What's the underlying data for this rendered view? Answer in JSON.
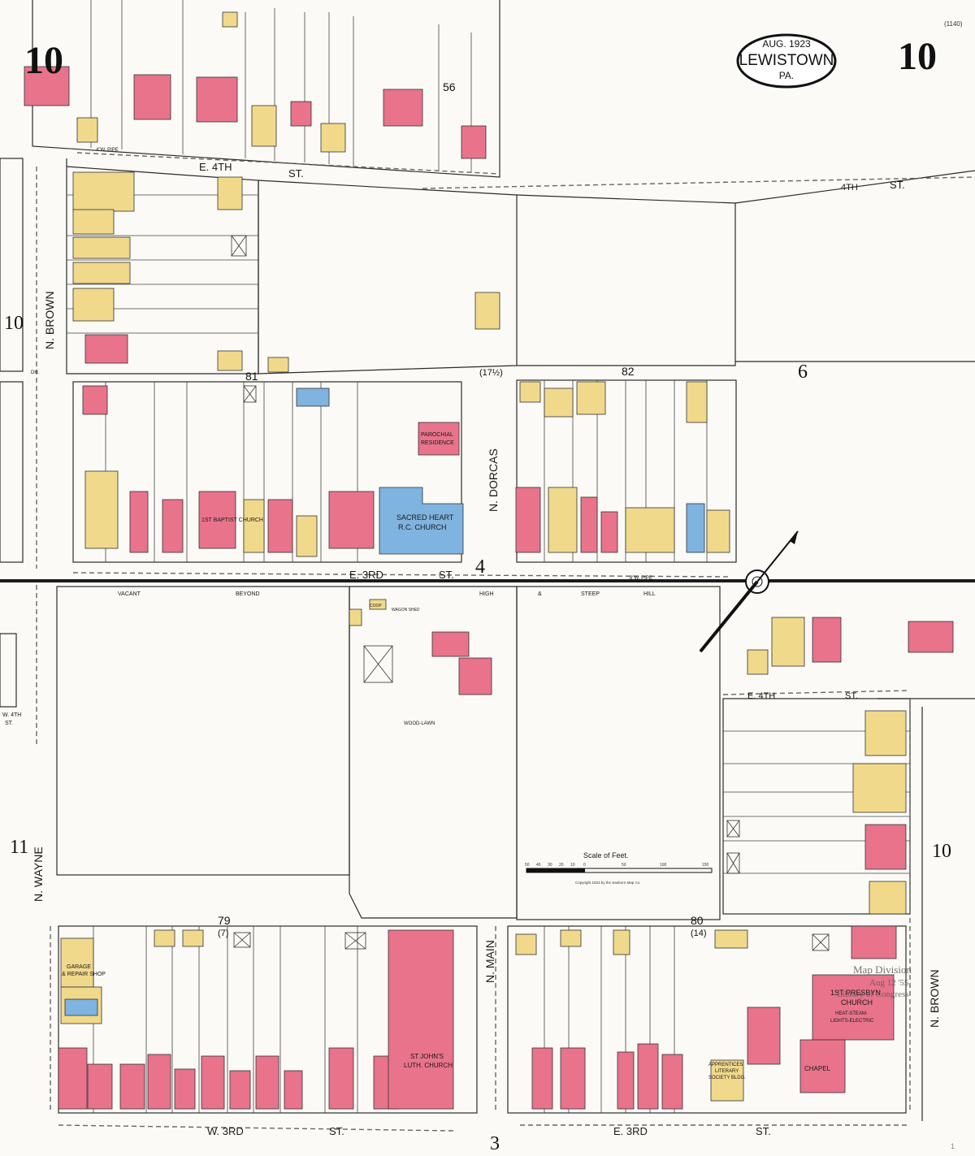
{
  "sheet": {
    "number": "10",
    "corner_tag": "(1140)",
    "title_box": {
      "date": "AUG. 1923",
      "city": "LEWISTOWN",
      "state": "PA."
    },
    "stamp": {
      "line1": "Map Division",
      "line2": "Aug 12 '55",
      "line3": "Library of Congress"
    },
    "page_marker": "1"
  },
  "streets": {
    "e4th_top": "E. 4TH",
    "st": "ST.",
    "fourth_right": "4TH",
    "fourth_right_st": "ST.",
    "e3rd": "E. 3RD",
    "e3rd_st": "ST.",
    "w3rd": "W. 3RD",
    "w3rd_st": "ST.",
    "e3rd_bottom": "E. 3RD",
    "e3rd_bottom_st": "ST.",
    "e4th_right": "E. 4TH",
    "e4th_right_st": "ST.",
    "n_brown_left": "N. BROWN",
    "n_brown_right": "N. BROWN",
    "n_dorcas": "N. DORCAS",
    "n_wayne": "N. WAYNE",
    "n_main": "N. MAIN",
    "w4th_small": "W. 4TH",
    "w4th_small_st": "ST."
  },
  "blocks": {
    "b56": "56",
    "b81": "81",
    "b82": "82",
    "b79": "79",
    "b79_sub": "(7)",
    "b80": "80",
    "b80_sub": "(14)",
    "b17": "(17½)"
  },
  "adjacent_sheets": {
    "left_top": "10",
    "right_top": "6",
    "center": "4",
    "left_bottom": "11",
    "right_bottom": "10",
    "bottom": "3"
  },
  "labels": {
    "baptist": "1ST BAPTIST CHURCH",
    "sacred_heart_1": "SACRED HEART",
    "sacred_heart_2": "R.C. CHURCH",
    "parochial_1": "PAROCHIAL",
    "parochial_2": "RESIDENCE",
    "st_johns_1": "ST JOHN'S",
    "st_johns_2": "LUTH. CHURCH",
    "presby_1": "1ST PRESBYN",
    "presby_2": "CHURCH",
    "presby_3": "HEAT-STEAM-",
    "presby_4": "LIGHTS-ELECTRIC",
    "chapel": "CHAPEL",
    "apprentices_1": "APPRENTICES",
    "apprentices_2": "LITERARY",
    "apprentices_3": "SOCIETY BLDG.",
    "garage_1": "GARAGE",
    "garage_2": "& REPAIR SHOP",
    "woodlawn": "WOOD-LAWN",
    "vacant": "VACANT",
    "beyond": "BEYOND",
    "high": "HIGH",
    "amp": "&",
    "steep": "STEEP",
    "hill": "HILL",
    "coop": "COOP",
    "wagon_shed": "WAGON SHED",
    "pipe_4": "4\"W. PIPE",
    "pipe_8": "8\"W. PIPE",
    "dh": "DH."
  },
  "scale": {
    "title": "Scale of Feet.",
    "ticks": [
      "50",
      "40",
      "30",
      "20",
      "10",
      "0",
      "50",
      "100",
      "150"
    ],
    "copyright": "Copyright 1923 by the Sanborn Map Co."
  },
  "colors": {
    "brick": "#e8738b",
    "frame": "#f1d98b",
    "stone": "#7fb3e0",
    "line": "#2b2b2b",
    "paper": "#fbfaf6"
  }
}
